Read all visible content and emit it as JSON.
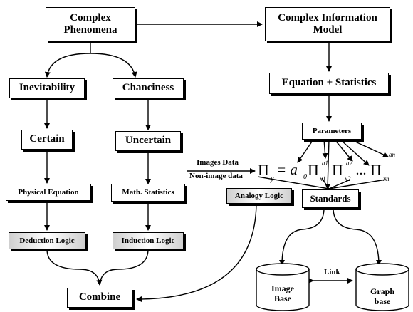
{
  "nodes": {
    "complex_phenomena": "Complex\nPhenomena",
    "complex_info_model": "Complex Information\nModel",
    "inevitability": "Inevitability",
    "chanciness": "Chanciness",
    "equation_statistics": "Equation + Statistics",
    "certain": "Certain",
    "uncertain": "Uncertain",
    "parameters": "Parameters",
    "physical_equation": "Physical Equation",
    "math_statistics": "Math. Statistics",
    "analogy_logic": "Analogy Logic",
    "standards": "Standards",
    "deduction_logic": "Deduction Logic",
    "induction_logic": "Induction Logic",
    "combine": "Combine"
  },
  "labels": {
    "images_data": "Images Data",
    "non_image_data": "Non-image data",
    "link": "Link"
  },
  "formula": {
    "pi": "Π",
    "y_sub": "y",
    "equals_a0": "= a",
    "zero_sub": "0",
    "x1_sub": "x1",
    "a1_sup": "a1",
    "x2_sub": "x2",
    "a2_sup": "a2",
    "dots": "...",
    "xn_sub": "xn",
    "an_sup": "an"
  },
  "databases": {
    "image_base": "Image\nBase",
    "graph_base": "Graph\nbase"
  }
}
